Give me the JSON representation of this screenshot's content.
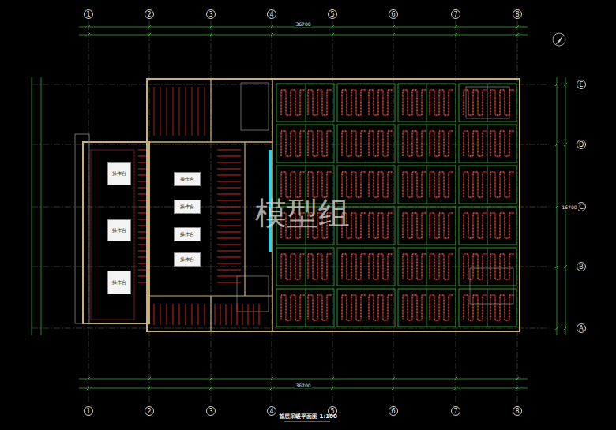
{
  "diagram": {
    "title": "首层采暖平面图 1:100",
    "nodes": [
      {
        "text": [
          "1"
        ]
      },
      {
        "text": [
          "2"
        ]
      },
      {
        "text": [
          "3"
        ]
      },
      {
        "text": [
          "4"
        ]
      },
      {
        "text": [
          "5"
        ]
      },
      {
        "text": [
          "6"
        ]
      },
      {
        "text": [
          "7"
        ]
      },
      {
        "text": [
          "8"
        ]
      },
      {
        "text": [
          "1"
        ]
      },
      {
        "text": [
          "2"
        ]
      },
      {
        "text": [
          "3"
        ]
      },
      {
        "text": [
          "4"
        ]
      },
      {
        "text": [
          "5"
        ]
      },
      {
        "text": [
          "6"
        ]
      },
      {
        "text": [
          "7"
        ]
      },
      {
        "text": [
          "8"
        ]
      },
      {
        "text": [
          "E"
        ]
      },
      {
        "text": [
          "D"
        ]
      },
      {
        "text": [
          "C"
        ]
      },
      {
        "text": [
          "B"
        ]
      },
      {
        "text": [
          "A"
        ]
      },
      {
        "text": [
          "操作台"
        ]
      },
      {
        "text": [
          "操作台"
        ]
      },
      {
        "text": [
          "操作台"
        ]
      },
      {
        "text": [
          "操作台"
        ]
      },
      {
        "text": [
          "操作台"
        ]
      },
      {
        "text": [
          "操作台"
        ]
      },
      {
        "text": [
          "操作台"
        ]
      }
    ],
    "labels": [
      "36700",
      "36700",
      "16700",
      "模型组"
    ]
  }
}
